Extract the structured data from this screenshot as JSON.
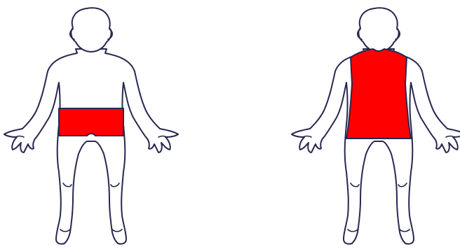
{
  "diagram": {
    "background": "#ffffff",
    "outline_color": "#27284f",
    "figures": [
      {
        "view": "front",
        "highlight": {
          "region": "shorts",
          "color": "#ff0000"
        }
      },
      {
        "view": "back",
        "highlight": {
          "region": "torso",
          "color": "#ff0000"
        }
      }
    ]
  }
}
